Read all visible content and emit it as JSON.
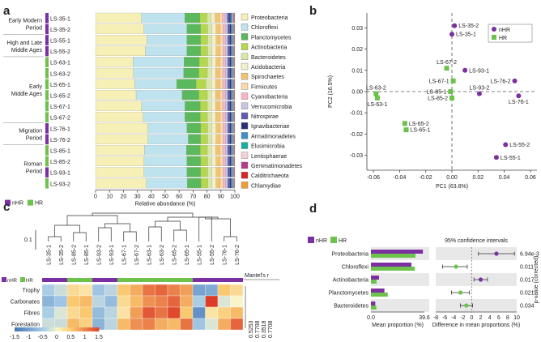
{
  "panel_labels": {
    "a": "a",
    "b": "b",
    "c": "c",
    "d": "d"
  },
  "colors": {
    "nHR": "#7b2fa0",
    "HR": "#6cc24a"
  },
  "chart_data": [
    {
      "panel": "a",
      "type": "bar",
      "orientation": "horizontal",
      "stacked": true,
      "xlabel": "Relative abundance (%)",
      "xticks": [
        0,
        10,
        20,
        30,
        40,
        50,
        60,
        70,
        80,
        90,
        100
      ],
      "xlim": [
        0,
        100
      ],
      "samples": [
        "LS-35-1",
        "LS-35-2",
        "LS-55-1",
        "LS-55-2",
        "LS-63-1",
        "LS-63-2",
        "LS-65-1",
        "LS-65-2",
        "LS-67-1",
        "LS-67-2",
        "LS-76-1",
        "LS-76-2",
        "LS-85-1",
        "LS-85-2",
        "LS-93-1",
        "LS-93-2"
      ],
      "sample_group": [
        "nHR",
        "nHR",
        "nHR",
        "nHR",
        "HR",
        "HR",
        "HR",
        "HR",
        "HR",
        "HR",
        "nHR",
        "nHR",
        "HR",
        "HR",
        "nHR",
        "HR"
      ],
      "periods": [
        {
          "label": "Early Modern\nPeriod",
          "samples": [
            "LS-35-1",
            "LS-35-2"
          ]
        },
        {
          "label": "High and Late\nMiddle Ages",
          "samples": [
            "LS-55-1",
            "LS-55-2"
          ]
        },
        {
          "label": "Early\nMiddle Ages",
          "samples": [
            "LS-63-1",
            "LS-63-2",
            "LS-65-1",
            "LS-65-2",
            "LS-67-1",
            "LS-67-2"
          ]
        },
        {
          "label": "Migration\nPeriod",
          "samples": [
            "LS-76-1",
            "LS-76-2"
          ]
        },
        {
          "label": "Roman\nPeriod",
          "samples": [
            "LS-85-1",
            "LS-85-2",
            "LS-93-1",
            "LS-93-2"
          ]
        }
      ],
      "taxa": [
        {
          "name": "Proteobacteria",
          "color": "#f6f0b7"
        },
        {
          "name": "Chloroflexi",
          "color": "#bfe3ee"
        },
        {
          "name": "Planctomycetes",
          "color": "#5cb85c"
        },
        {
          "name": "Actinobacteria",
          "color": "#b4d84b"
        },
        {
          "name": "Bacteroidetes",
          "color": "#d7e7a8"
        },
        {
          "name": "Acidobacteria",
          "color": "#f4efc8"
        },
        {
          "name": "Spirochaetes",
          "color": "#f2c46e"
        },
        {
          "name": "Firmicutes",
          "color": "#fbd9a8"
        },
        {
          "name": "Cyanobacteria",
          "color": "#f7b5c7"
        },
        {
          "name": "Verrucomicrobia",
          "color": "#c7c3e0"
        },
        {
          "name": "Nitrospirae",
          "color": "#5e5ab0"
        },
        {
          "name": "Ignavibacteriae",
          "color": "#2b2f7a"
        },
        {
          "name": "Armatimonadetes",
          "color": "#3f8fc8"
        },
        {
          "name": "Elusimicrobia",
          "color": "#1ab0a0"
        },
        {
          "name": "Lentisphaerae",
          "color": "#f3d2d6"
        },
        {
          "name": "Gemmatimonadetes",
          "color": "#b53b8c"
        },
        {
          "name": "Calditrichaeota",
          "color": "#d62728"
        },
        {
          "name": "Chlamydiae",
          "color": "#f39c35"
        }
      ],
      "values": [
        [
          33,
          31,
          11,
          5,
          3,
          3,
          3,
          2,
          2,
          1.5,
          1.5,
          1,
          0.8,
          0.6,
          0.6,
          0.5,
          0.3,
          0.2
        ],
        [
          35,
          31,
          10,
          5,
          3,
          3,
          3,
          2,
          2,
          1.5,
          1.5,
          1,
          0.8,
          0.5,
          0.5,
          0.4,
          0.3,
          0.2
        ],
        [
          37,
          29,
          10,
          5,
          3,
          3,
          3,
          2,
          2,
          1.5,
          1.5,
          1,
          0.8,
          0.5,
          0.5,
          0.4,
          0.3,
          0.2
        ],
        [
          36,
          30,
          10,
          5,
          3,
          3,
          3,
          2,
          2,
          1.5,
          1.5,
          1,
          0.8,
          0.5,
          0.5,
          0.4,
          0.3,
          0.2
        ],
        [
          27,
          37,
          11,
          6,
          3,
          3,
          3,
          2,
          2,
          1.5,
          1.5,
          1,
          0.8,
          0.5,
          0.5,
          0.4,
          0.3,
          0.2
        ],
        [
          27,
          36,
          11,
          6,
          3,
          3,
          3,
          2,
          2,
          1.5,
          1.5,
          1,
          0.8,
          0.5,
          0.5,
          0.4,
          0.3,
          0.2
        ],
        [
          28,
          30,
          14,
          7,
          4,
          3,
          3,
          2,
          2,
          1.5,
          1.5,
          1,
          0.8,
          0.5,
          0.5,
          0.4,
          0.3,
          0.2
        ],
        [
          29,
          33,
          12,
          6,
          3,
          3,
          3,
          2,
          2,
          1.5,
          1.5,
          1,
          0.8,
          0.5,
          0.5,
          0.4,
          0.3,
          0.2
        ],
        [
          33,
          31,
          11,
          5,
          3,
          3,
          3,
          2,
          2,
          1.5,
          1.5,
          1,
          0.8,
          0.5,
          0.5,
          0.4,
          0.3,
          0.2
        ],
        [
          34,
          30,
          11,
          5,
          3,
          3,
          3,
          2,
          2,
          1.5,
          1.5,
          1,
          0.8,
          0.5,
          0.5,
          0.4,
          0.3,
          0.2
        ],
        [
          38,
          28,
          10,
          5,
          3,
          3,
          3,
          2,
          2,
          1.5,
          1.5,
          1,
          0.8,
          0.5,
          0.5,
          0.4,
          0.3,
          0.2
        ],
        [
          38,
          29,
          9,
          5,
          3,
          3,
          3,
          2,
          2,
          1.5,
          1.5,
          1,
          0.8,
          0.5,
          0.5,
          0.4,
          0.3,
          0.2
        ],
        [
          35,
          30,
          10,
          5,
          3,
          3,
          3,
          2,
          2,
          1.5,
          1.5,
          1,
          0.8,
          0.5,
          0.5,
          0.4,
          0.3,
          0.2
        ],
        [
          35,
          31,
          10,
          5,
          3,
          3,
          3,
          2,
          2,
          1.5,
          1.5,
          1,
          0.8,
          0.5,
          0.5,
          0.4,
          0.3,
          0.2
        ],
        [
          35,
          31,
          10,
          5,
          3,
          3,
          3,
          2,
          2,
          1.5,
          1.5,
          1,
          0.8,
          0.5,
          0.5,
          0.4,
          0.3,
          0.2
        ],
        [
          37,
          30,
          10,
          5,
          3,
          3,
          3,
          2,
          2,
          1.5,
          1.5,
          1,
          0.8,
          0.5,
          0.5,
          0.4,
          0.3,
          0.2
        ]
      ],
      "legend_groups": [
        "nHR",
        "HR"
      ]
    },
    {
      "panel": "b",
      "type": "scatter",
      "xlabel": "PC1 (63.8%)",
      "ylabel": "PC2 (16.5%)",
      "xlim": [
        -0.065,
        0.065
      ],
      "ylim": [
        -0.037,
        0.037
      ],
      "xticks": [
        -0.06,
        -0.04,
        -0.02,
        0.0,
        0.02,
        0.04,
        0.06
      ],
      "xtick_labels": [
        "-0.06",
        "-0.04",
        "-0.02",
        "0.00",
        "0.02",
        "0.04",
        "0.06"
      ],
      "yticks": [
        -0.03,
        -0.02,
        -0.01,
        0.0,
        0.01,
        0.02,
        0.03
      ],
      "ytick_labels": [
        "-0.03",
        "-0.02",
        "-0.01",
        "0.00",
        "0.01",
        "0.02",
        "0.03"
      ],
      "legend": [
        "nHR",
        "HR"
      ],
      "legend_position": "top-right",
      "points": [
        {
          "label": "LS-35-2",
          "x": 0.002,
          "y": 0.031,
          "group": "nHR",
          "anchor": "right"
        },
        {
          "label": "LS-35-1",
          "x": 0.0,
          "y": 0.027,
          "group": "nHR",
          "anchor": "right"
        },
        {
          "label": "LS-93-1",
          "x": 0.01,
          "y": 0.01,
          "group": "nHR",
          "anchor": "right"
        },
        {
          "label": "LS-76-2",
          "x": 0.048,
          "y": 0.005,
          "group": "nHR",
          "anchor": "left"
        },
        {
          "label": "LS-76-1",
          "x": 0.051,
          "y": -0.002,
          "group": "nHR",
          "anchor": "below"
        },
        {
          "label": "LS-93-2",
          "x": 0.021,
          "y": -0.001,
          "group": "nHR",
          "anchor": "above"
        },
        {
          "label": "LS-55-2",
          "x": 0.041,
          "y": -0.025,
          "group": "nHR",
          "anchor": "right"
        },
        {
          "label": "LS-55-1",
          "x": 0.034,
          "y": -0.031,
          "group": "nHR",
          "anchor": "right"
        },
        {
          "label": "LS-67-2",
          "x": -0.004,
          "y": 0.011,
          "group": "HR",
          "anchor": "above"
        },
        {
          "label": "LS-67-1",
          "x": 0.001,
          "y": 0.005,
          "group": "HR",
          "anchor": "left"
        },
        {
          "label": "LS-85-1",
          "x": -0.001,
          "y": 0.0,
          "group": "HR",
          "anchor": "left"
        },
        {
          "label": "LS-85-2",
          "x": 0.0,
          "y": -0.003,
          "group": "HR",
          "anchor": "left"
        },
        {
          "label": "LS-63-2",
          "x": -0.058,
          "y": -0.001,
          "group": "HR",
          "anchor": "above"
        },
        {
          "label": "LS-63-1",
          "x": -0.057,
          "y": -0.003,
          "group": "HR",
          "anchor": "below"
        },
        {
          "label": "LS-65-2",
          "x": -0.036,
          "y": -0.015,
          "group": "HR",
          "anchor": "right"
        },
        {
          "label": "LS-65-1",
          "x": -0.035,
          "y": -0.018,
          "group": "HR",
          "anchor": "right"
        }
      ]
    },
    {
      "panel": "c",
      "type": "heatmap",
      "scale_bar_label": "0.1",
      "columns": [
        "LS-35-1",
        "LS-35-2",
        "LS-85-2",
        "LS-85-1",
        "LS-93-2",
        "LS-93-1",
        "LS-67-1",
        "LS-67-2",
        "LS-63-1",
        "LS-63-2",
        "LS-65-2",
        "LS-65-1",
        "LS-55-1",
        "LS-55-2",
        "LS-76-1",
        "LS-76-2"
      ],
      "column_groups": [
        "nHR",
        "nHR",
        "HR",
        "HR",
        "nHR",
        "nHR",
        "HR",
        "HR",
        "HR",
        "HR",
        "HR",
        "HR",
        "nHR",
        "nHR",
        "nHR",
        "nHR"
      ],
      "rows": [
        "Trophy",
        "Carbonates",
        "Fibres",
        "Forestation"
      ],
      "values": [
        [
          -0.5,
          -0.3,
          0.3,
          0.2,
          -0.6,
          -0.4,
          0.5,
          0.7,
          1.1,
          1.2,
          1.0,
          0.8,
          -1.0,
          -0.9,
          0.5,
          0.3
        ],
        [
          -0.8,
          -0.6,
          0.5,
          0.6,
          -0.4,
          -0.7,
          0.3,
          0.6,
          0.9,
          1.0,
          1.2,
          0.7,
          -0.5,
          1.5,
          -0.2,
          0.0
        ],
        [
          -0.5,
          -0.2,
          0.3,
          0.5,
          -0.7,
          -0.4,
          0.2,
          0.8,
          1.3,
          1.1,
          1.4,
          0.5,
          -1.2,
          0.2,
          0.4,
          0.6
        ],
        [
          -0.3,
          -0.3,
          0.6,
          0.4,
          -0.8,
          -0.4,
          0.6,
          0.9,
          1.0,
          0.7,
          0.6,
          1.1,
          -0.6,
          -0.2,
          0.7,
          1.2
        ]
      ],
      "colorbar_ticks": [
        -1.5,
        -1.0,
        -0.5,
        0,
        0.5,
        1.0,
        1.5
      ],
      "colorbar_labels": [
        "-1.5",
        "-1",
        "-0.5",
        "0",
        "0.5",
        "1",
        "1.5"
      ],
      "mantel_title": "Mantel's r",
      "mantel_values": [
        "0.5253",
        "0.7708",
        "0.3518",
        "0.7708"
      ],
      "legend": [
        "nHR",
        "HR"
      ]
    },
    {
      "panel": "d",
      "type": "bar",
      "orientation": "horizontal",
      "categories": [
        "Proteobacteria",
        "Chloroflexi",
        "Actinobacteria",
        "Planctomycetes",
        "Bacteroidetes"
      ],
      "series": [
        {
          "name": "nHR",
          "values": [
            38.5,
            30.0,
            6.0,
            10.0,
            3.2
          ]
        },
        {
          "name": "HR",
          "values": [
            33.0,
            32.5,
            4.2,
            12.5,
            4.0
          ]
        }
      ],
      "left_xticks": [
        "0.0",
        "39.6"
      ],
      "left_xlim": [
        0,
        39.6
      ],
      "left_xlabel": "Mean proportion (%)",
      "ci_title": "95% confidence intervals",
      "ci_xticks": [
        -8,
        -6,
        -4,
        -2,
        0,
        2,
        4,
        6,
        8,
        10
      ],
      "ci_xlim": [
        -8,
        10
      ],
      "ci_xlabel": "Difference in mean proportions (%)",
      "ci_points": [
        {
          "mean": 5.5,
          "lo": 1.5,
          "hi": 9.5,
          "group": "nHR"
        },
        {
          "mean": -3.5,
          "lo": -6.5,
          "hi": -1.0,
          "group": "HR"
        },
        {
          "mean": 2.0,
          "lo": 0.5,
          "hi": 3.5,
          "group": "nHR"
        },
        {
          "mean": -2.5,
          "lo": -4.5,
          "hi": -0.5,
          "group": "HR"
        },
        {
          "mean": -1.2,
          "lo": -2.5,
          "hi": 0.2,
          "group": "HR"
        }
      ],
      "pvalues": [
        "6.94e-3",
        "0.011",
        "0.017",
        "0.021",
        "0.034"
      ],
      "pvalue_label": "p-value (corrected)",
      "legend": [
        "nHR",
        "HR"
      ]
    }
  ]
}
